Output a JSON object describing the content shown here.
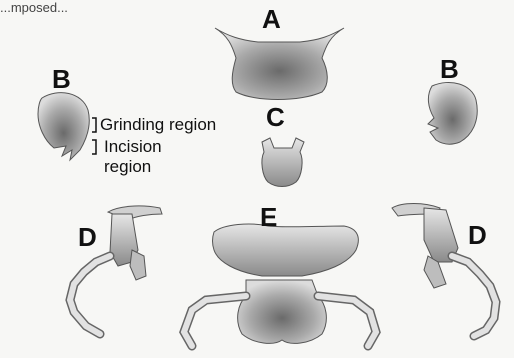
{
  "figure": {
    "top_text": "...mposed...",
    "labels": {
      "A": "A",
      "B_left": "B",
      "B_right": "B",
      "C": "C",
      "D_left": "D",
      "D_right": "D",
      "E": "E"
    },
    "annotations": {
      "grinding": "Grinding region",
      "incision_line1": "Incision",
      "incision_line2": "region"
    }
  }
}
